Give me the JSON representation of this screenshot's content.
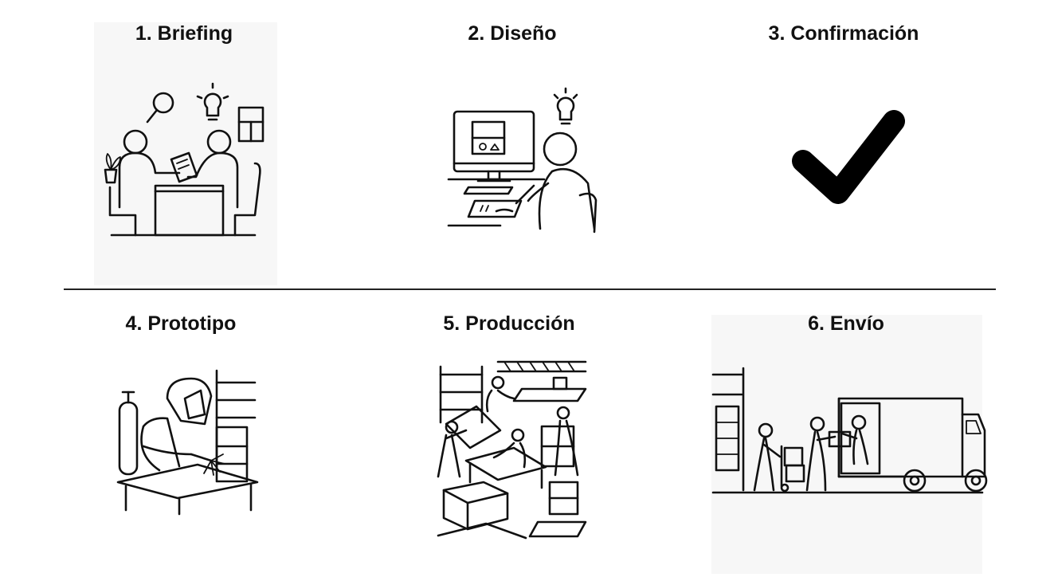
{
  "steps": [
    {
      "label": "1. Briefing",
      "icon": "meeting-icon"
    },
    {
      "label": "2. Diseño",
      "icon": "designer-computer-icon"
    },
    {
      "label": "3. Confirmación",
      "icon": "checkmark-icon"
    },
    {
      "label": "4. Prototipo",
      "icon": "welder-icon"
    },
    {
      "label": "5. Producción",
      "icon": "workshop-icon"
    },
    {
      "label": "6. Envío",
      "icon": "delivery-truck-icon"
    }
  ]
}
